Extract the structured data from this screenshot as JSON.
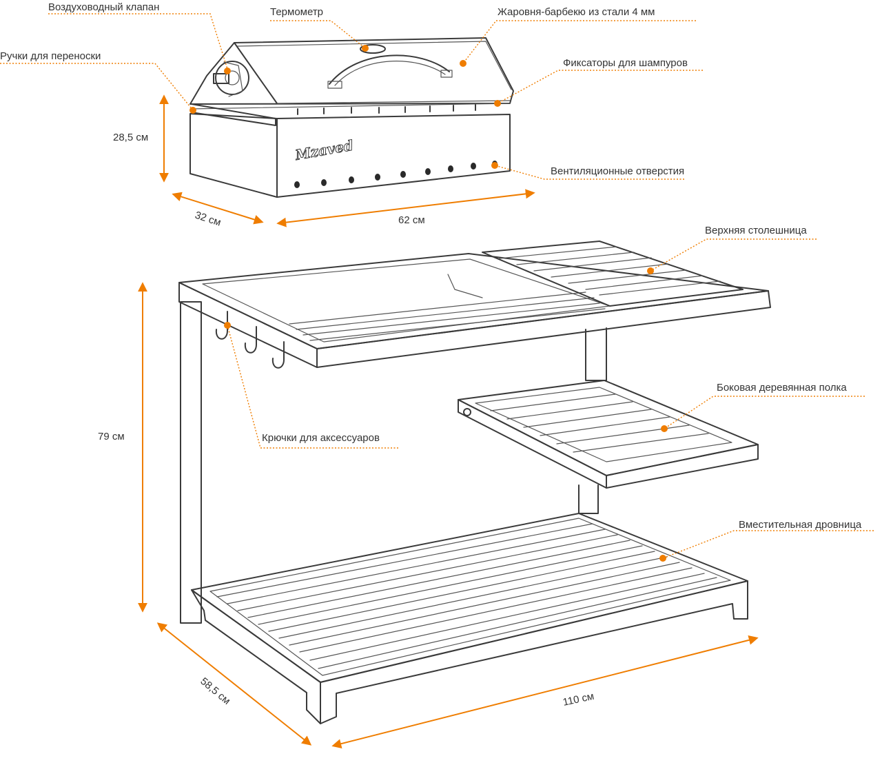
{
  "accent_color": "#ef7d00",
  "brand": "Mzaved",
  "labels": {
    "air_valve": "Воздуховодный клапан",
    "thermometer": "Термометр",
    "brazier": "Жаровня-барбекю из стали 4 мм",
    "handles": "Ручки для переноски",
    "skewer_locks": "Фиксаторы для шампуров",
    "vents": "Вентиляционные отверстия",
    "top_tabletop": "Верхняя столешница",
    "side_shelf": "Боковая деревянная полка",
    "hooks": "Крючки для аксессуаров",
    "firewood_rack": "Вместительная дровница"
  },
  "dimensions": {
    "brazier_height": "28,5 см",
    "brazier_depth": "32 см",
    "brazier_length": "62 см",
    "stand_height": "79 см",
    "stand_depth": "58,5 см",
    "stand_length": "110 см"
  }
}
